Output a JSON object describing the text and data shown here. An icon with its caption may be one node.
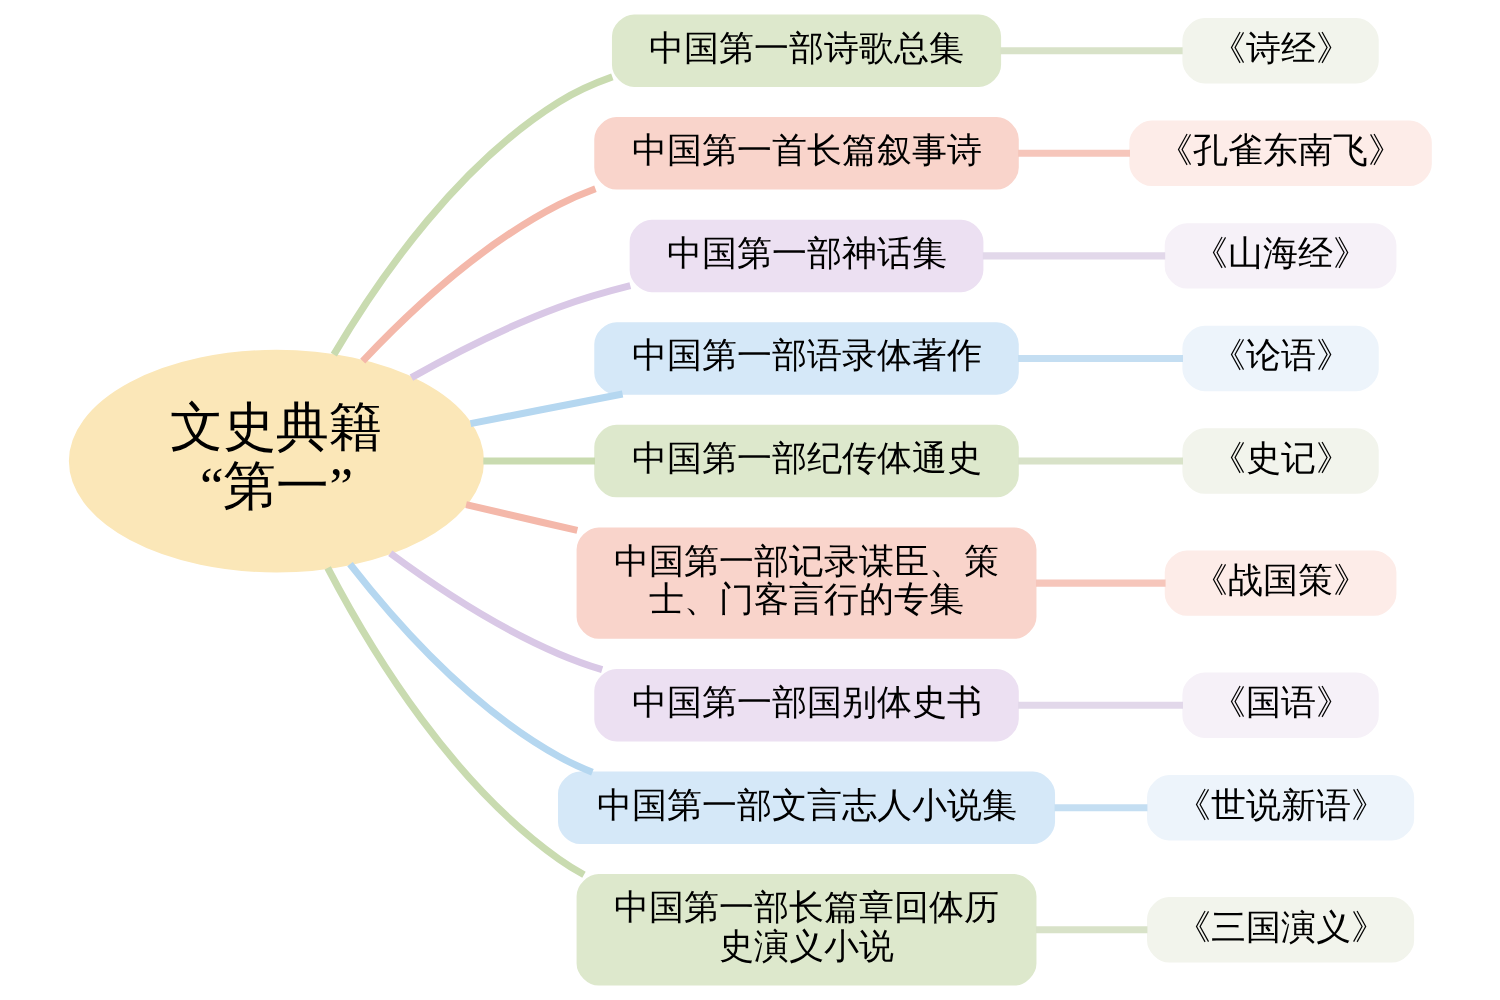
{
  "diagram": {
    "nodes": [
      {
        "text": [
          "文史典籍“第一”"
        ]
      },
      {
        "text": [
          "中国第一部诗歌总集"
        ]
      },
      {
        "text": [
          "《诗经》"
        ]
      },
      {
        "text": [
          "中国第一首长篇叙事诗"
        ]
      },
      {
        "text": [
          "《孔雀东南飞》"
        ]
      },
      {
        "text": [
          "中国第一部神话集"
        ]
      },
      {
        "text": [
          "《山海经》"
        ]
      },
      {
        "text": [
          "中国第一部语录体著作"
        ]
      },
      {
        "text": [
          "《论语》"
        ]
      },
      {
        "text": [
          "中国第一部纪传体通史"
        ]
      },
      {
        "text": [
          "《史记》"
        ]
      },
      {
        "text": [
          "中国第一部记录谋臣、策士、门客言行的专集"
        ]
      },
      {
        "text": [
          "《战国策》"
        ]
      },
      {
        "text": [
          "中国第一部国别体史书"
        ]
      },
      {
        "text": [
          "《国语》"
        ]
      },
      {
        "text": [
          "中国第一部文言志人小说集"
        ]
      },
      {
        "text": [
          "《世说新语》"
        ]
      },
      {
        "text": [
          "中国第一部长篇章回体历史演义小说"
        ]
      },
      {
        "text": [
          "《三国演义》"
        ]
      }
    ],
    "edges": [
      {
        "from": 0,
        "to": 1,
        "arrow": "none",
        "color": "#c9dbb0"
      },
      {
        "from": 1,
        "to": 2,
        "arrow": "none",
        "color": "#d8e2c8"
      },
      {
        "from": 0,
        "to": 3,
        "arrow": "none",
        "color": "#f4b8aa"
      },
      {
        "from": 3,
        "to": 4,
        "arrow": "none",
        "color": "#f6c6bb"
      },
      {
        "from": 0,
        "to": 5,
        "arrow": "none",
        "color": "#d9c8e6"
      },
      {
        "from": 5,
        "to": 6,
        "arrow": "none",
        "color": "#e2d8ea"
      },
      {
        "from": 0,
        "to": 7,
        "arrow": "none",
        "color": "#b5d7f0"
      },
      {
        "from": 7,
        "to": 8,
        "arrow": "none",
        "color": "#c4def2"
      },
      {
        "from": 0,
        "to": 9,
        "arrow": "none",
        "color": "#c9dbb0"
      },
      {
        "from": 9,
        "to": 10,
        "arrow": "none",
        "color": "#d8e2c8"
      },
      {
        "from": 0,
        "to": 11,
        "arrow": "none",
        "color": "#f4b8aa"
      },
      {
        "from": 11,
        "to": 12,
        "arrow": "none",
        "color": "#f6c6bb"
      },
      {
        "from": 0,
        "to": 13,
        "arrow": "none",
        "color": "#d9c8e6"
      },
      {
        "from": 13,
        "to": 14,
        "arrow": "none",
        "color": "#e2d8ea"
      },
      {
        "from": 0,
        "to": 15,
        "arrow": "none",
        "color": "#b5d7f0"
      },
      {
        "from": 15,
        "to": 16,
        "arrow": "none",
        "color": "#c4def2"
      },
      {
        "from": 0,
        "to": 17,
        "arrow": "none",
        "color": "#c9dbb0"
      },
      {
        "from": 17,
        "to": 18,
        "arrow": "none",
        "color": "#d8e2c8"
      }
    ]
  }
}
